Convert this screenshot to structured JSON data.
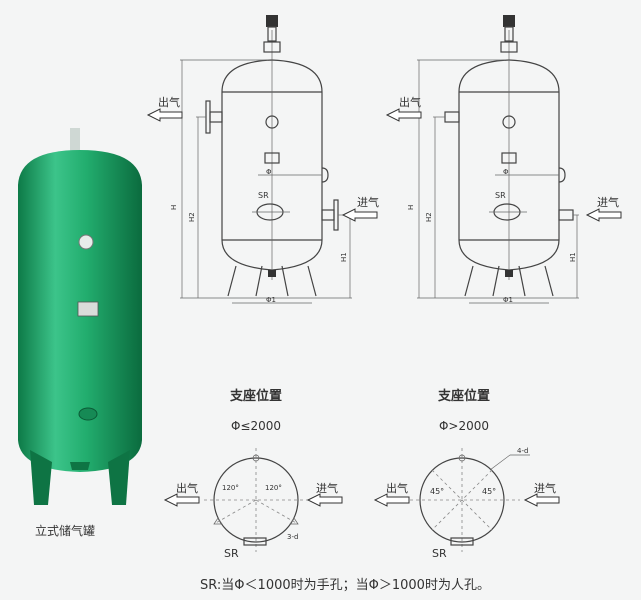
{
  "photo": {
    "caption": "立式储气罐",
    "tank_color": "#1fa86a"
  },
  "drawings": {
    "outlet_label": "出气",
    "inlet_label": "进气",
    "dim_H": "H",
    "dim_H1": "H1",
    "dim_H2": "H2",
    "dim_phi1": "Φ1",
    "dim_phi": "Φ",
    "manhole": "SR"
  },
  "supports": [
    {
      "title": "支座位置",
      "condition": "Φ≤2000",
      "angle_left": "120°",
      "angle_right": "120°",
      "holes": "3-d",
      "manhole": "SR",
      "outlet_label": "出气",
      "inlet_label": "进气"
    },
    {
      "title": "支座位置",
      "condition": "Φ>2000",
      "angle_left": "45°",
      "angle_right": "45°",
      "holes": "4-d",
      "manhole": "SR",
      "outlet_label": "出气",
      "inlet_label": "进气"
    }
  ],
  "note": "SR:当Φ＜1000时为手孔；当Φ＞1000时为人孔。"
}
